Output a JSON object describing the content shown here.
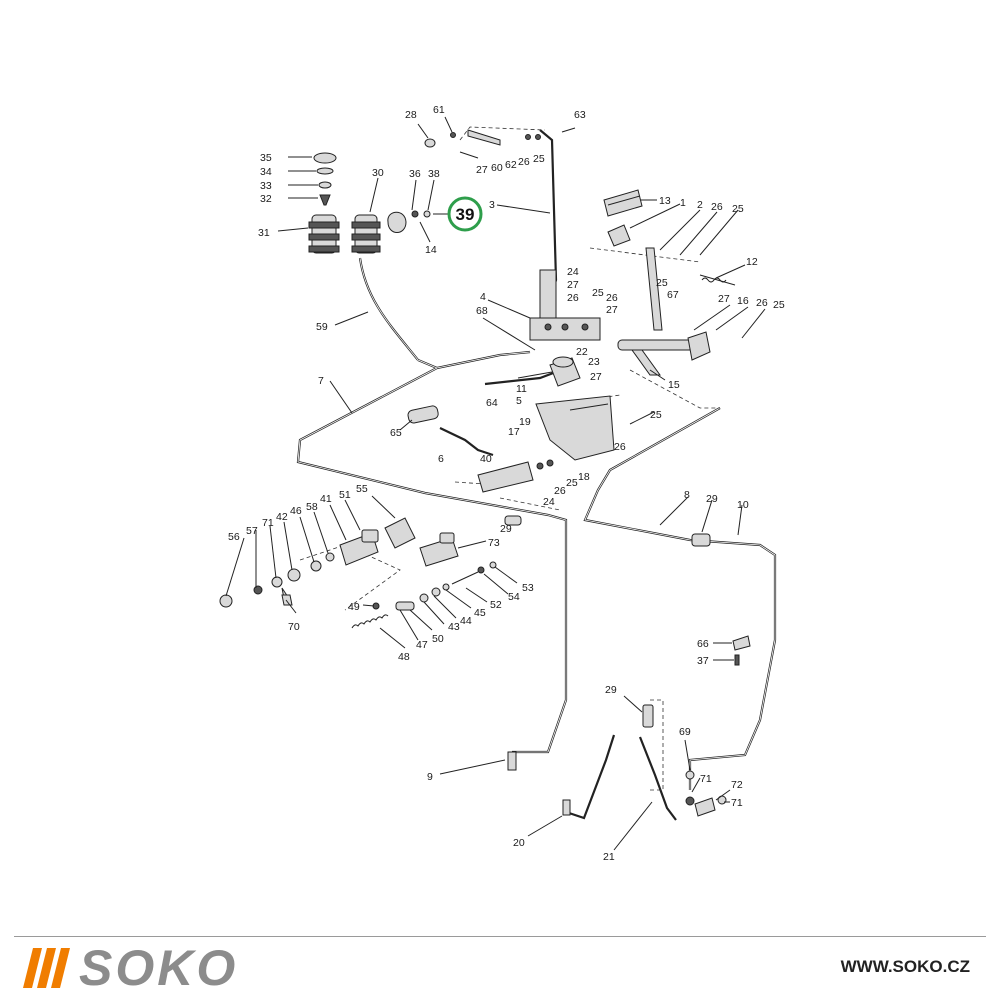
{
  "callouts": [
    {
      "id": "c28",
      "text": "28"
    },
    {
      "id": "c61",
      "text": "61"
    },
    {
      "id": "c63",
      "text": "63"
    },
    {
      "id": "c27a",
      "text": "27"
    },
    {
      "id": "c60",
      "text": "60"
    },
    {
      "id": "c62",
      "text": "62"
    },
    {
      "id": "c26a",
      "text": "26"
    },
    {
      "id": "c25a",
      "text": "25"
    },
    {
      "id": "c35",
      "text": "35"
    },
    {
      "id": "c34",
      "text": "34"
    },
    {
      "id": "c33",
      "text": "33"
    },
    {
      "id": "c32",
      "text": "32"
    },
    {
      "id": "c31",
      "text": "31"
    },
    {
      "id": "c30",
      "text": "30"
    },
    {
      "id": "c36",
      "text": "36"
    },
    {
      "id": "c38",
      "text": "38"
    },
    {
      "id": "c14",
      "text": "14"
    },
    {
      "id": "c3",
      "text": "3"
    },
    {
      "id": "c13",
      "text": "13"
    },
    {
      "id": "c1",
      "text": "1"
    },
    {
      "id": "c2",
      "text": "2"
    },
    {
      "id": "c26b",
      "text": "26"
    },
    {
      "id": "c25b",
      "text": "25"
    },
    {
      "id": "c12",
      "text": "12"
    },
    {
      "id": "c24a",
      "text": "24"
    },
    {
      "id": "c27b",
      "text": "27"
    },
    {
      "id": "c26c",
      "text": "26"
    },
    {
      "id": "c25c",
      "text": "25"
    },
    {
      "id": "c26d",
      "text": "26"
    },
    {
      "id": "c27c",
      "text": "27"
    },
    {
      "id": "c4",
      "text": "4"
    },
    {
      "id": "c68",
      "text": "68"
    },
    {
      "id": "c59",
      "text": "59"
    },
    {
      "id": "c25d",
      "text": "25"
    },
    {
      "id": "c67",
      "text": "67"
    },
    {
      "id": "c27d",
      "text": "27"
    },
    {
      "id": "c16",
      "text": "16"
    },
    {
      "id": "c26e",
      "text": "26"
    },
    {
      "id": "c25e",
      "text": "25"
    },
    {
      "id": "c22",
      "text": "22"
    },
    {
      "id": "c23",
      "text": "23"
    },
    {
      "id": "c15",
      "text": "15"
    },
    {
      "id": "c7",
      "text": "7"
    },
    {
      "id": "c11",
      "text": "11"
    },
    {
      "id": "c27e",
      "text": "27"
    },
    {
      "id": "c64",
      "text": "64"
    },
    {
      "id": "c5",
      "text": "5"
    },
    {
      "id": "c65",
      "text": "65"
    },
    {
      "id": "c25f",
      "text": "25"
    },
    {
      "id": "c26f",
      "text": "26"
    },
    {
      "id": "c17",
      "text": "17"
    },
    {
      "id": "c19",
      "text": "19"
    },
    {
      "id": "c6",
      "text": "6"
    },
    {
      "id": "c40",
      "text": "40"
    },
    {
      "id": "c18",
      "text": "18"
    },
    {
      "id": "c25g",
      "text": "25"
    },
    {
      "id": "c26g",
      "text": "26"
    },
    {
      "id": "c24b",
      "text": "24"
    },
    {
      "id": "c8",
      "text": "8"
    },
    {
      "id": "c29a",
      "text": "29"
    },
    {
      "id": "c10",
      "text": "10"
    },
    {
      "id": "c29b",
      "text": "29"
    },
    {
      "id": "c55",
      "text": "55"
    },
    {
      "id": "c41",
      "text": "41"
    },
    {
      "id": "c51",
      "text": "51"
    },
    {
      "id": "c46",
      "text": "46"
    },
    {
      "id": "c58",
      "text": "58"
    },
    {
      "id": "c42",
      "text": "42"
    },
    {
      "id": "c71a",
      "text": "71"
    },
    {
      "id": "c57",
      "text": "57"
    },
    {
      "id": "c56",
      "text": "56"
    },
    {
      "id": "c73",
      "text": "73"
    },
    {
      "id": "c53",
      "text": "53"
    },
    {
      "id": "c54",
      "text": "54"
    },
    {
      "id": "c52",
      "text": "52"
    },
    {
      "id": "c45",
      "text": "45"
    },
    {
      "id": "c44",
      "text": "44"
    },
    {
      "id": "c43",
      "text": "43"
    },
    {
      "id": "c50",
      "text": "50"
    },
    {
      "id": "c47",
      "text": "47"
    },
    {
      "id": "c48",
      "text": "48"
    },
    {
      "id": "c49",
      "text": "49"
    },
    {
      "id": "c70",
      "text": "70"
    },
    {
      "id": "c66",
      "text": "66"
    },
    {
      "id": "c37",
      "text": "37"
    },
    {
      "id": "c29c",
      "text": "29"
    },
    {
      "id": "c69",
      "text": "69"
    },
    {
      "id": "c71b",
      "text": "71"
    },
    {
      "id": "c72",
      "text": "72"
    },
    {
      "id": "c71c",
      "text": "71"
    },
    {
      "id": "c9",
      "text": "9"
    },
    {
      "id": "c20",
      "text": "20"
    },
    {
      "id": "c21",
      "text": "21"
    }
  ],
  "highlight": {
    "text": "39",
    "color": "#2e9e4b"
  },
  "brand": {
    "name": "SOKO",
    "accent": "#f07d00",
    "text_color": "#8c8c8c"
  },
  "website": "WWW.SOKO.CZ"
}
